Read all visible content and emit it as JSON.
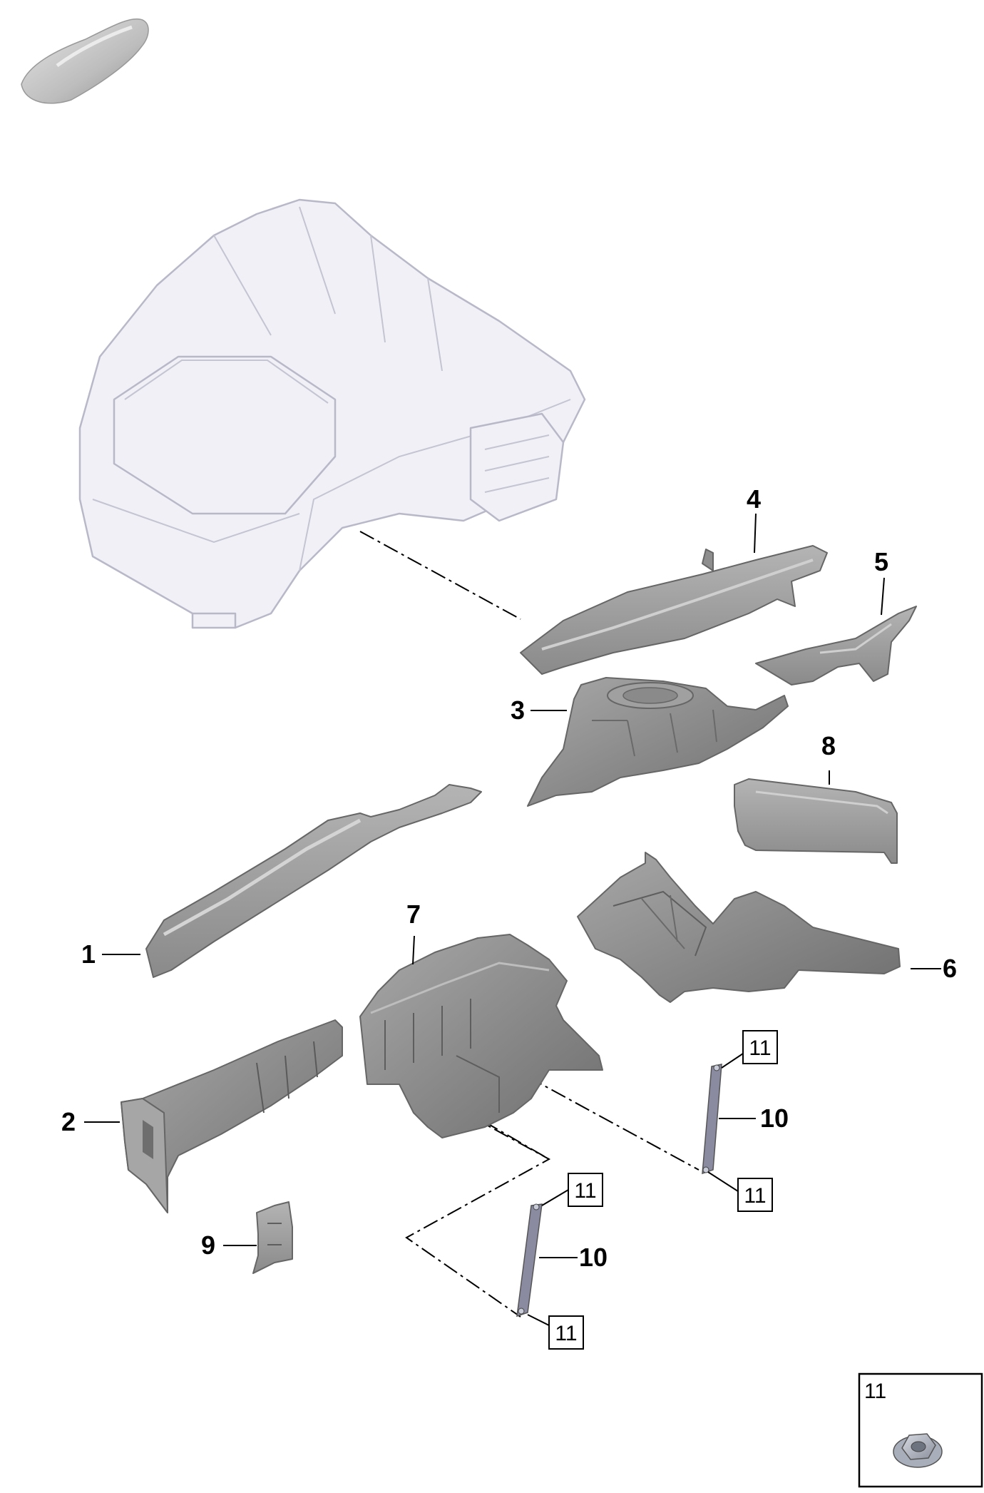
{
  "diagram": {
    "callouts": {
      "c1": "1",
      "c2": "2",
      "c3": "3",
      "c4": "4",
      "c5": "5",
      "c6": "6",
      "c7": "7",
      "c8": "8",
      "c9": "9",
      "c10a": "10",
      "c10b": "10"
    },
    "boxed_labels": {
      "b11a": "11",
      "b11b": "11",
      "b11c": "11",
      "b11d": "11"
    },
    "inset": {
      "label": "11",
      "icon": "flange-nut-icon"
    },
    "thumbnail_icon": "car-silhouette-icon",
    "colors": {
      "part_fill": "#9a9a9a",
      "part_dark": "#7a7a7a",
      "frame_fill": "#f0f0f6",
      "strut_fill": "#8a8aa0"
    }
  }
}
